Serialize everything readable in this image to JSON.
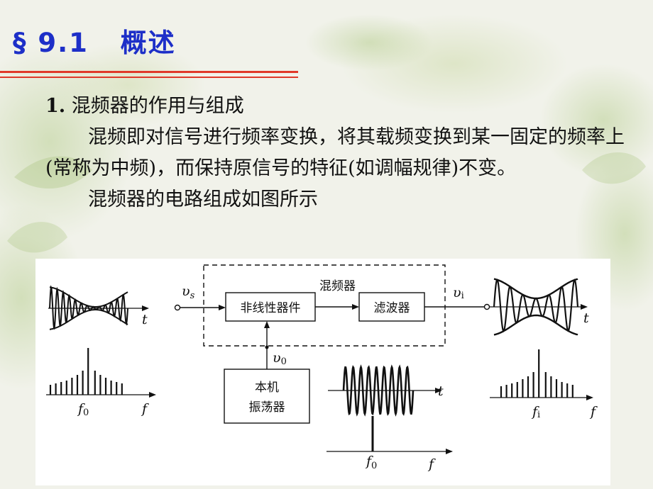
{
  "slide": {
    "title": "§ 9.1   概述",
    "heading_number": "1.",
    "heading_text": "混频器的作用与组成",
    "paragraph1": "混频即对信号进行频率变换，将其载频变换到某一固定的频率上(常称为中频)，而保持原信号的特征(如调幅规律)不变。",
    "paragraph2": "混频器的电路组成如图所示"
  },
  "diagram": {
    "mixer_box_label": "混频器",
    "nonlinear_block": "非线性器件",
    "filter_block": "滤波器",
    "local_osc_line1": "本机",
    "local_osc_line2": "振荡器",
    "input_signal_symbol": "υ",
    "input_signal_sub": "s",
    "output_signal_symbol": "υ",
    "output_signal_sub": "i",
    "lo_signal_symbol": "υ",
    "lo_signal_sub": "0",
    "time_axis": "t",
    "freq_axis": "f",
    "f0_symbol": "f",
    "f0_sub": "0",
    "fi_symbol": "f",
    "fi_sub": "i"
  },
  "colors": {
    "title": "#1d2fc8",
    "rule": "#e0392a",
    "text": "#111111"
  }
}
